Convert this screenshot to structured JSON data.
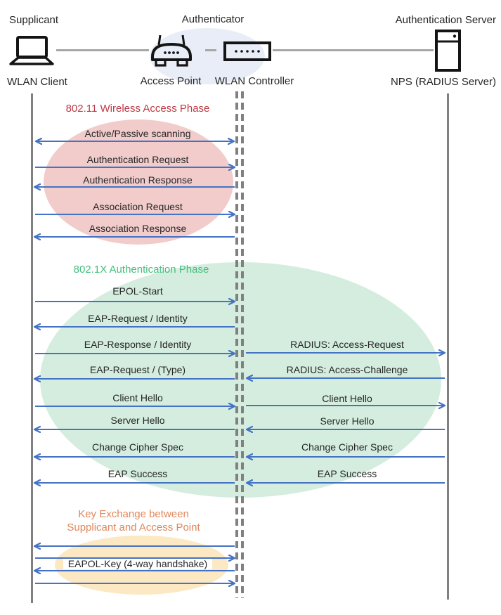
{
  "header": {
    "roles": [
      {
        "label": "Supplicant"
      },
      {
        "label": "Authenticator"
      },
      {
        "label": "Authentication Server"
      }
    ],
    "devices": [
      {
        "label": "WLAN Client"
      },
      {
        "label": "Access Point"
      },
      {
        "label": "WLAN Controller"
      },
      {
        "label": "NPS (RADIUS Server)"
      }
    ],
    "icons": [
      "laptop-icon",
      "access-point-icon",
      "wlan-controller-icon",
      "server-icon"
    ]
  },
  "phases": [
    {
      "name": "wireless-access",
      "title": "802.11 Wireless Access Phase",
      "title_color": "#BE3945",
      "ellipse_color": "#F2CCCB"
    },
    {
      "name": "authentication",
      "title": "802.1X Authentication Phase",
      "title_color": "#43BE7B",
      "ellipse_color": "#D4EDDE"
    },
    {
      "name": "key-exchange",
      "title_line1": "Key Exchange between",
      "title_line2": "Supplicant and Access Point",
      "title_color": "#E0875A",
      "ellipse_color": "#FCE9C3"
    }
  ],
  "messages": {
    "supplicant_to_controller": [
      {
        "label": "Active/Passive scanning",
        "direction": "both"
      },
      {
        "label": "Authentication Request",
        "direction": "right"
      },
      {
        "label": "Authentication Response",
        "direction": "left"
      },
      {
        "label": "Association Request",
        "direction": "right"
      },
      {
        "label": "Association Response",
        "direction": "left"
      },
      {
        "label": "EPOL-Start",
        "direction": "right"
      },
      {
        "label": "EAP-Request / Identity",
        "direction": "left"
      },
      {
        "label": "EAP-Response / Identity",
        "direction": "right"
      },
      {
        "label": "EAP-Request / (Type)",
        "direction": "left"
      },
      {
        "label": "Client Hello",
        "direction": "right"
      },
      {
        "label": "Server Hello",
        "direction": "left"
      },
      {
        "label": "Change Cipher Spec",
        "direction": "left"
      },
      {
        "label": "EAP Success",
        "direction": "left"
      },
      {
        "label": "EAPOL-Key (4-way handshake)",
        "direction": "left,right,left,right"
      }
    ],
    "controller_to_server": [
      {
        "label": "RADIUS: Access-Request",
        "direction": "right"
      },
      {
        "label": "RADIUS: Access-Challenge",
        "direction": "left"
      },
      {
        "label": "Client Hello",
        "direction": "right"
      },
      {
        "label": "Server Hello",
        "direction": "left"
      },
      {
        "label": "Change Cipher Spec",
        "direction": "left"
      },
      {
        "label": "EAP Success",
        "direction": "left"
      }
    ]
  },
  "colors": {
    "arrow": "#4472C4",
    "lifeline": "#7F7F7F",
    "connector": "#A6A6A6",
    "text": "#262626",
    "authenticator_ellipse": "#E9EDF7"
  }
}
